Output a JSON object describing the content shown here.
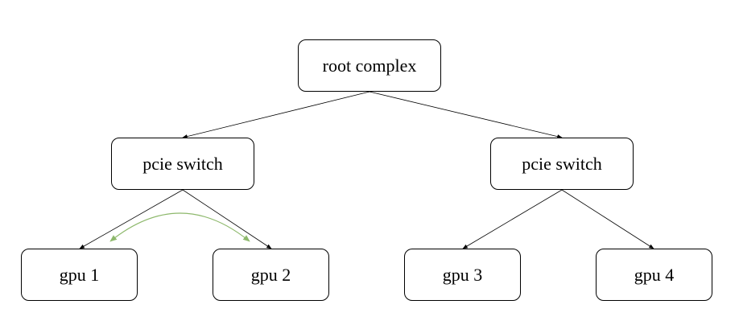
{
  "diagram": {
    "nodes": {
      "root": "root complex",
      "switch_left": "pcie switch",
      "switch_right": "pcie switch",
      "gpu1": "gpu 1",
      "gpu2": "gpu 2",
      "gpu3": "gpu 3",
      "gpu4": "gpu 4"
    },
    "edges": [
      {
        "from": "root",
        "to": "switch_left"
      },
      {
        "from": "root",
        "to": "switch_right"
      },
      {
        "from": "switch_left",
        "to": "gpu1"
      },
      {
        "from": "switch_left",
        "to": "gpu2"
      },
      {
        "from": "switch_right",
        "to": "gpu3"
      },
      {
        "from": "switch_right",
        "to": "gpu4"
      }
    ],
    "peer_link": {
      "between": [
        "gpu1",
        "gpu2"
      ],
      "bidirectional": true
    },
    "colors": {
      "edge": "#000000",
      "peer_link": "#8db86b",
      "node_border": "#000000",
      "node_fill": "#ffffff"
    }
  }
}
